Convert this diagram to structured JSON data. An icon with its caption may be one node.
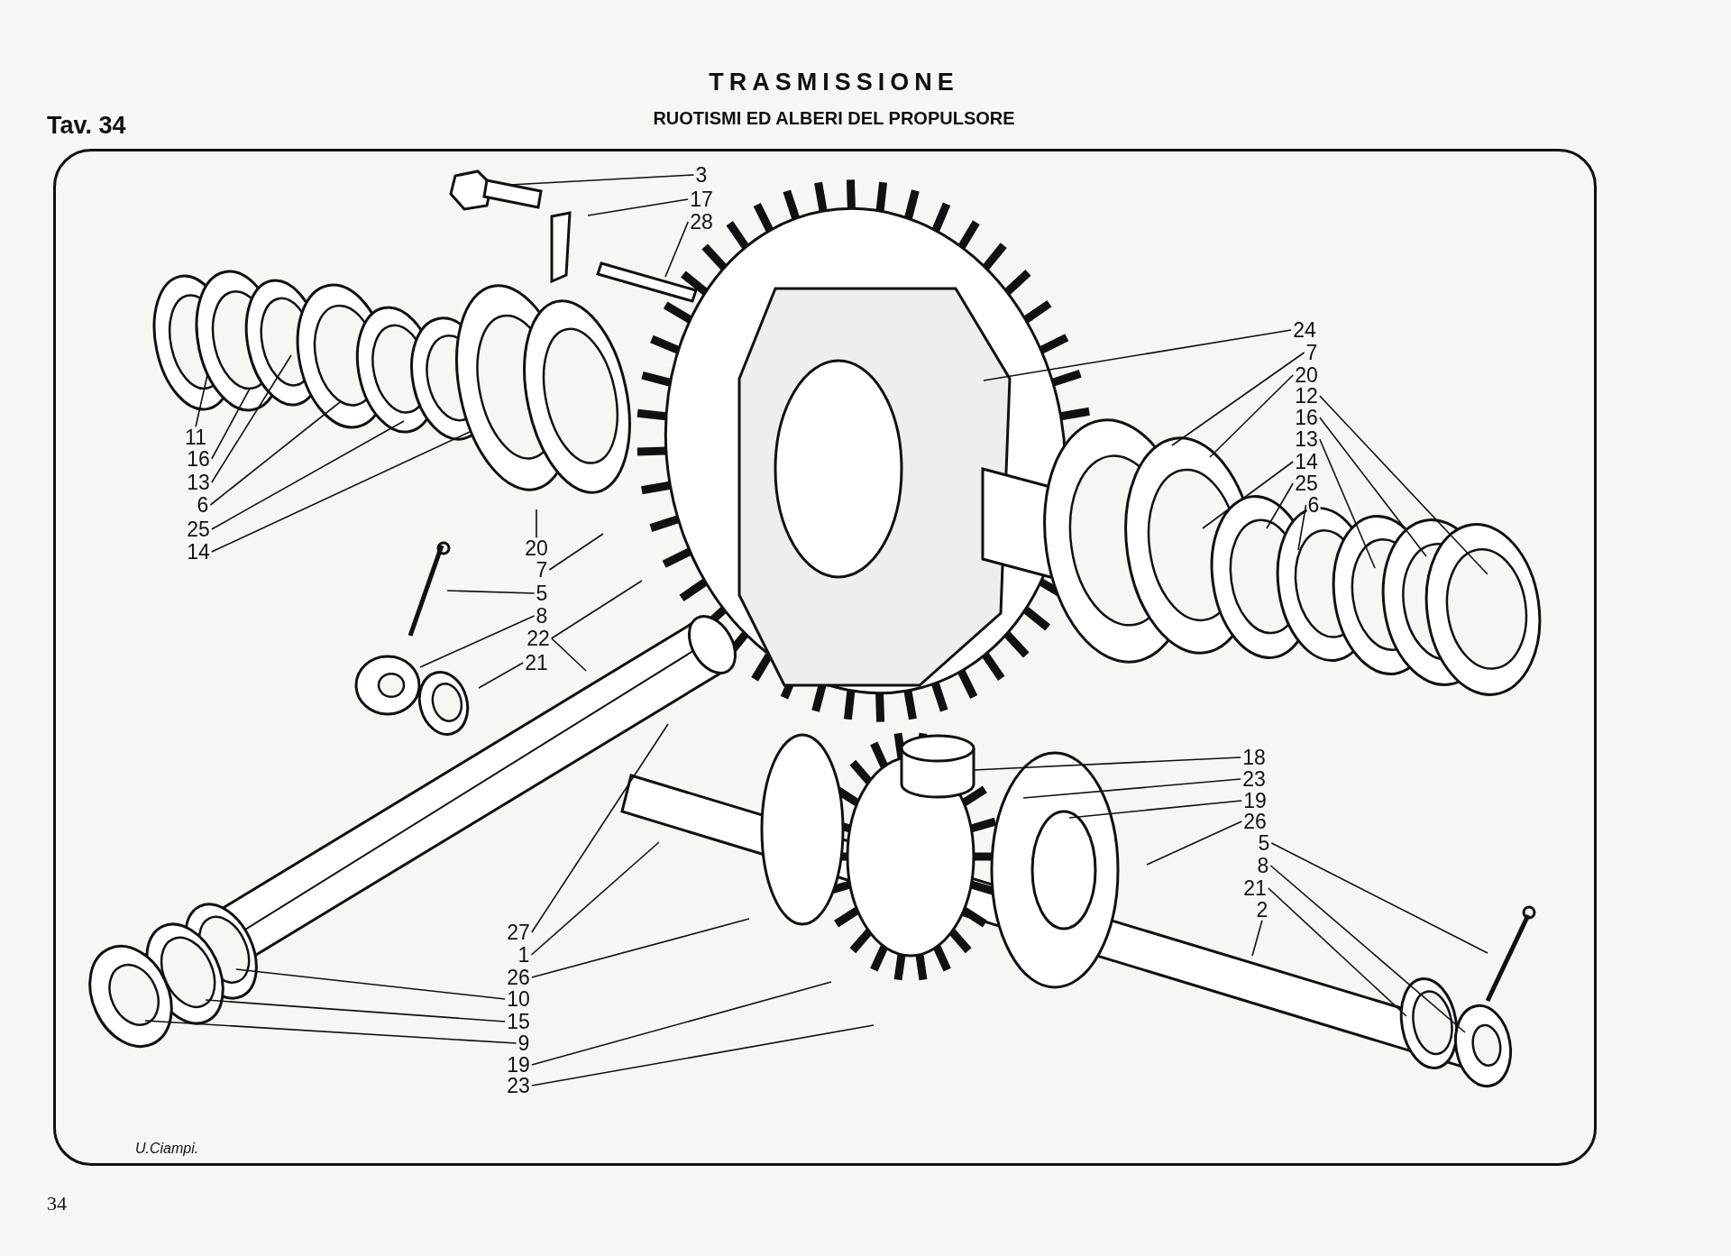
{
  "diagram": {
    "title": "TRASMISSIONE",
    "nodes": [
      {
        "text": [
          "3"
        ]
      },
      {
        "text": [
          "17"
        ]
      },
      {
        "text": [
          "28"
        ]
      },
      {
        "text": [
          "24"
        ]
      },
      {
        "text": [
          "7"
        ]
      },
      {
        "text": [
          "20"
        ]
      },
      {
        "text": [
          "12"
        ]
      },
      {
        "text": [
          "16"
        ]
      },
      {
        "text": [
          "13"
        ]
      },
      {
        "text": [
          "14"
        ]
      },
      {
        "text": [
          "25"
        ]
      },
      {
        "text": [
          "6"
        ]
      },
      {
        "text": [
          "11"
        ]
      },
      {
        "text": [
          "16"
        ]
      },
      {
        "text": [
          "13"
        ]
      },
      {
        "text": [
          "6"
        ]
      },
      {
        "text": [
          "25"
        ]
      },
      {
        "text": [
          "14"
        ]
      },
      {
        "text": [
          "20"
        ]
      },
      {
        "text": [
          "7"
        ]
      },
      {
        "text": [
          "5"
        ]
      },
      {
        "text": [
          "8"
        ]
      },
      {
        "text": [
          "22"
        ]
      },
      {
        "text": [
          "21"
        ]
      },
      {
        "text": [
          "18"
        ]
      },
      {
        "text": [
          "23"
        ]
      },
      {
        "text": [
          "19"
        ]
      },
      {
        "text": [
          "26"
        ]
      },
      {
        "text": [
          "5"
        ]
      },
      {
        "text": [
          "8"
        ]
      },
      {
        "text": [
          "21"
        ]
      },
      {
        "text": [
          "2"
        ]
      },
      {
        "text": [
          "27"
        ]
      },
      {
        "text": [
          "1"
        ]
      },
      {
        "text": [
          "26"
        ]
      },
      {
        "text": [
          "10"
        ]
      },
      {
        "text": [
          "15"
        ]
      },
      {
        "text": [
          "9"
        ]
      },
      {
        "text": [
          "19"
        ]
      },
      {
        "text": [
          "23"
        ]
      }
    ],
    "edges": [
      {
        "from": 0,
        "to": null,
        "arrow": "none"
      },
      {
        "from": 1,
        "to": null,
        "arrow": "none"
      },
      {
        "from": 2,
        "to": null,
        "arrow": "none"
      },
      {
        "from": 3,
        "to": null,
        "arrow": "none"
      },
      {
        "from": 4,
        "to": null,
        "arrow": "none"
      },
      {
        "from": 5,
        "to": null,
        "arrow": "none"
      },
      {
        "from": 6,
        "to": null,
        "arrow": "none"
      },
      {
        "from": 7,
        "to": null,
        "arrow": "none"
      },
      {
        "from": 8,
        "to": null,
        "arrow": "none"
      },
      {
        "from": 9,
        "to": null,
        "arrow": "none"
      },
      {
        "from": 10,
        "to": null,
        "arrow": "none"
      },
      {
        "from": 11,
        "to": null,
        "arrow": "none"
      },
      {
        "from": 12,
        "to": null,
        "arrow": "none"
      },
      {
        "from": 13,
        "to": null,
        "arrow": "none"
      },
      {
        "from": 14,
        "to": null,
        "arrow": "none"
      },
      {
        "from": 15,
        "to": null,
        "arrow": "none"
      },
      {
        "from": 16,
        "to": null,
        "arrow": "none"
      },
      {
        "from": 17,
        "to": null,
        "arrow": "none"
      },
      {
        "from": 18,
        "to": null,
        "arrow": "none"
      },
      {
        "from": 19,
        "to": null,
        "arrow": "none"
      },
      {
        "from": 20,
        "to": null,
        "arrow": "none"
      },
      {
        "from": 21,
        "to": null,
        "arrow": "none"
      },
      {
        "from": 22,
        "to": null,
        "arrow": "none"
      },
      {
        "from": 22,
        "to": null,
        "arrow": "none"
      },
      {
        "from": 23,
        "to": null,
        "arrow": "none"
      },
      {
        "from": 24,
        "to": null,
        "arrow": "none"
      },
      {
        "from": 25,
        "to": null,
        "arrow": "none"
      },
      {
        "from": 26,
        "to": null,
        "arrow": "none"
      },
      {
        "from": 27,
        "to": null,
        "arrow": "none"
      },
      {
        "from": 28,
        "to": null,
        "arrow": "none"
      },
      {
        "from": 29,
        "to": null,
        "arrow": "none"
      },
      {
        "from": 30,
        "to": null,
        "arrow": "none"
      },
      {
        "from": 31,
        "to": null,
        "arrow": "none"
      },
      {
        "from": 32,
        "to": null,
        "arrow": "none"
      },
      {
        "from": 33,
        "to": null,
        "arrow": "none"
      },
      {
        "from": 34,
        "to": null,
        "arrow": "none"
      },
      {
        "from": 35,
        "to": null,
        "arrow": "none"
      },
      {
        "from": 36,
        "to": null,
        "arrow": "none"
      },
      {
        "from": 37,
        "to": null,
        "arrow": "none"
      },
      {
        "from": 38,
        "to": null,
        "arrow": "none"
      },
      {
        "from": 39,
        "to": null,
        "arrow": "none"
      }
    ],
    "labels": [
      "RUOTISMI ED ALBERI DEL PROPULSORE",
      "Tav. 34",
      "U.Ciampi.",
      "34"
    ]
  }
}
